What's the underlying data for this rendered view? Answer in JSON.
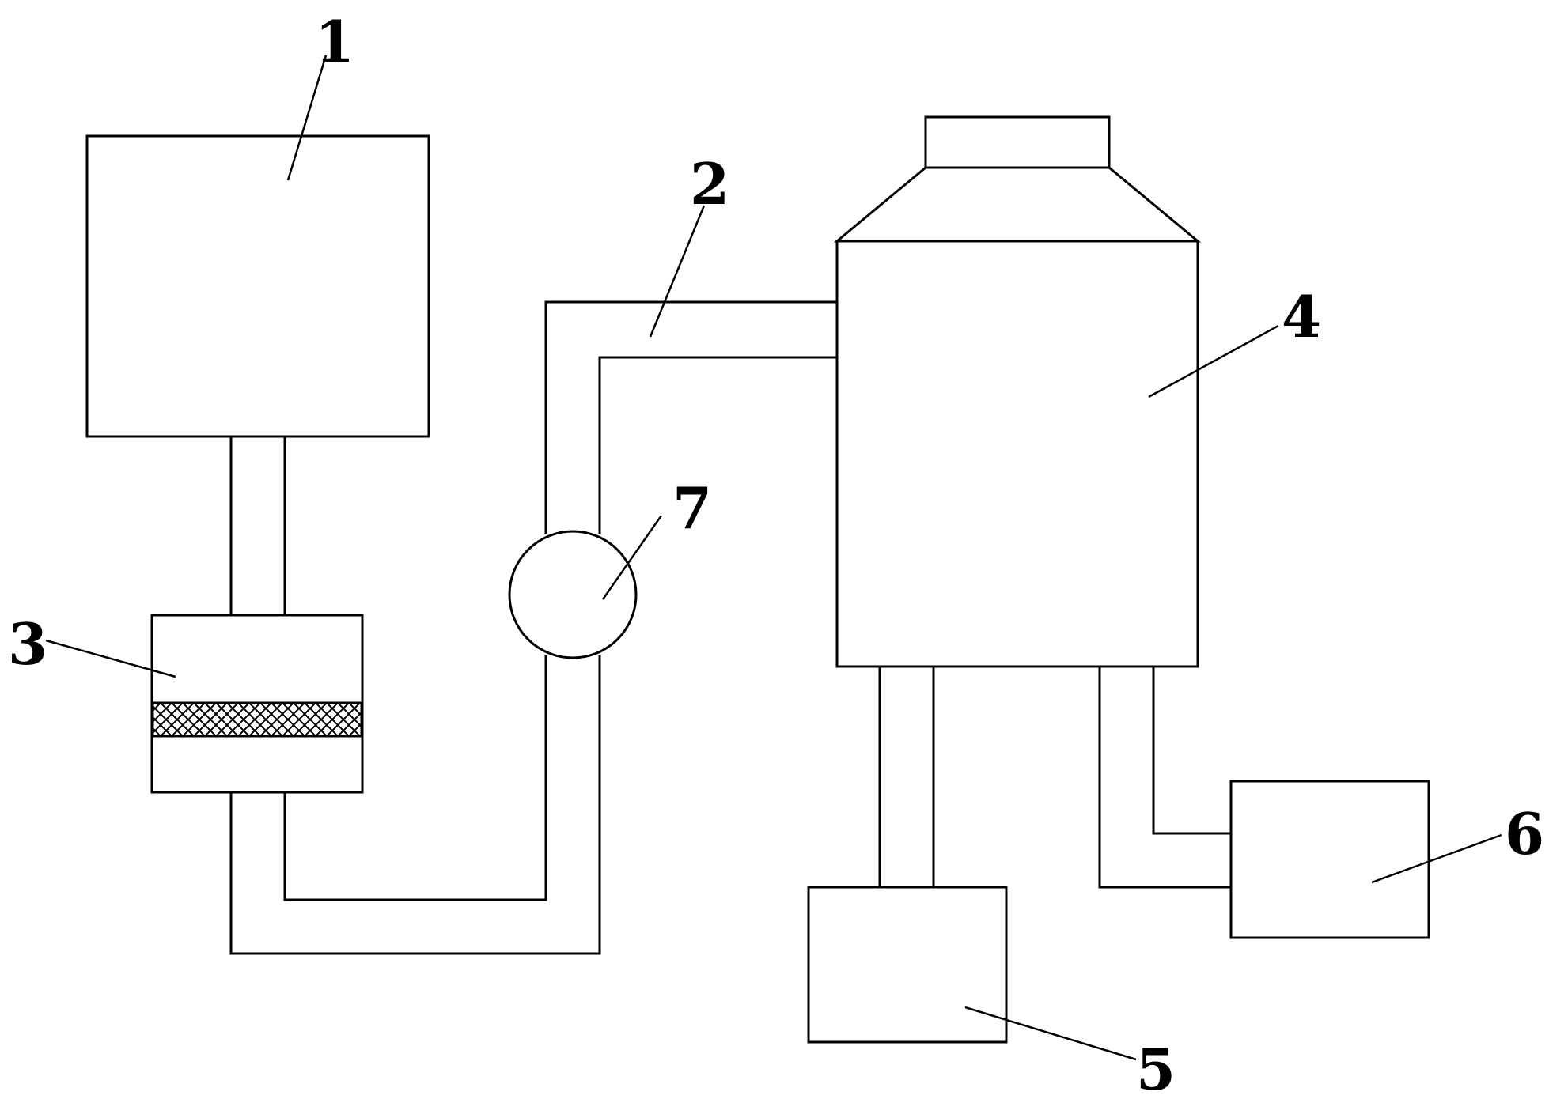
{
  "diagram": {
    "labels": {
      "c1": "1",
      "c2": "2",
      "c3": "3",
      "c4": "4",
      "c5": "5",
      "c6": "6",
      "c7": "7"
    }
  },
  "colors": {
    "stroke": "#000000",
    "background": "#ffffff"
  }
}
